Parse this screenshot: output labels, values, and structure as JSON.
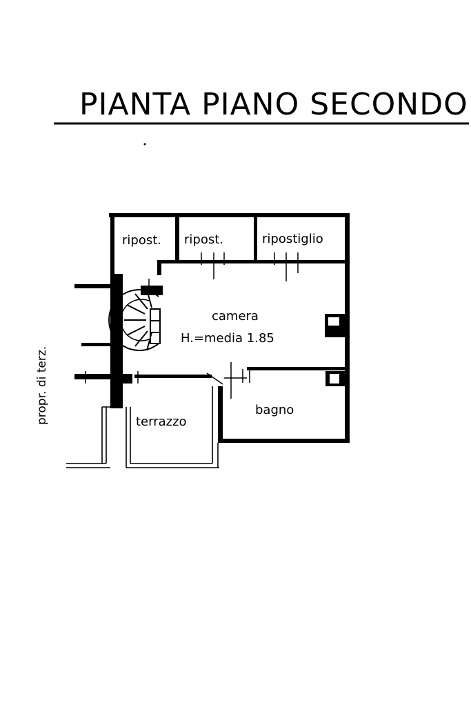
{
  "title": "PIANTA PIANO SECONDO",
  "rooms": {
    "ripost_1": "ripost.",
    "ripost_2": "ripost.",
    "ripostiglio": "ripostiglio",
    "camera": "camera",
    "camera_height": "H.=media 1.85",
    "bagno": "bagno",
    "terrazzo": "terrazzo"
  },
  "side_label": "propr. di terz."
}
